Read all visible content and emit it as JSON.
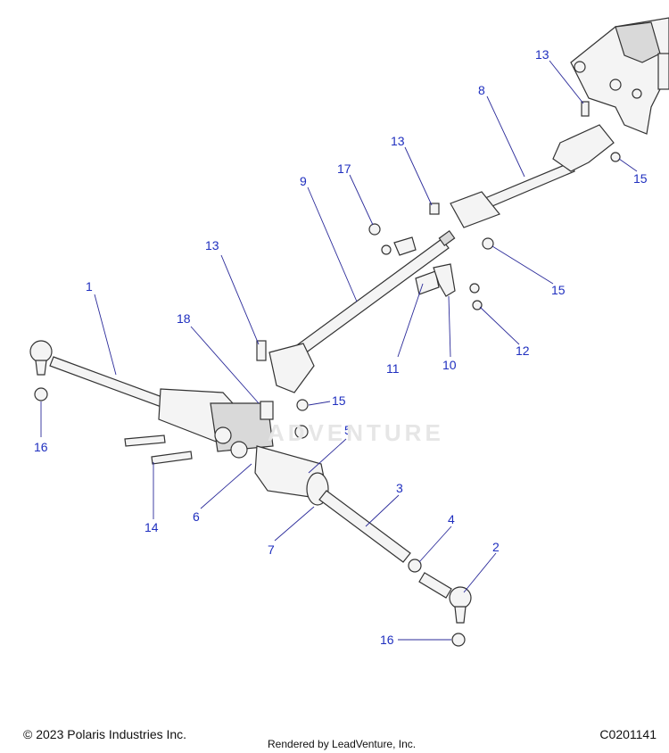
{
  "watermark": "ADVENTURE",
  "callouts": [
    {
      "id": "c13a",
      "label": "13"
    },
    {
      "id": "c8",
      "label": "8"
    },
    {
      "id": "c15a",
      "label": "15"
    },
    {
      "id": "c13b",
      "label": "13"
    },
    {
      "id": "c17",
      "label": "17"
    },
    {
      "id": "c9",
      "label": "9"
    },
    {
      "id": "c15b",
      "label": "15"
    },
    {
      "id": "c13c",
      "label": "13"
    },
    {
      "id": "c1",
      "label": "1"
    },
    {
      "id": "c18",
      "label": "18"
    },
    {
      "id": "c11",
      "label": "11"
    },
    {
      "id": "c10",
      "label": "10"
    },
    {
      "id": "c12",
      "label": "12"
    },
    {
      "id": "c15c",
      "label": "15"
    },
    {
      "id": "c16a",
      "label": "16"
    },
    {
      "id": "c5",
      "label": "5"
    },
    {
      "id": "c6",
      "label": "6"
    },
    {
      "id": "c14",
      "label": "14"
    },
    {
      "id": "c3",
      "label": "3"
    },
    {
      "id": "c7",
      "label": "7"
    },
    {
      "id": "c4",
      "label": "4"
    },
    {
      "id": "c2",
      "label": "2"
    },
    {
      "id": "c16b",
      "label": "16"
    }
  ],
  "footer": {
    "copyright": "© 2023 Polaris Industries Inc.",
    "rendered": "Rendered by LeadVenture, Inc.",
    "figure_code": "C0201141"
  }
}
